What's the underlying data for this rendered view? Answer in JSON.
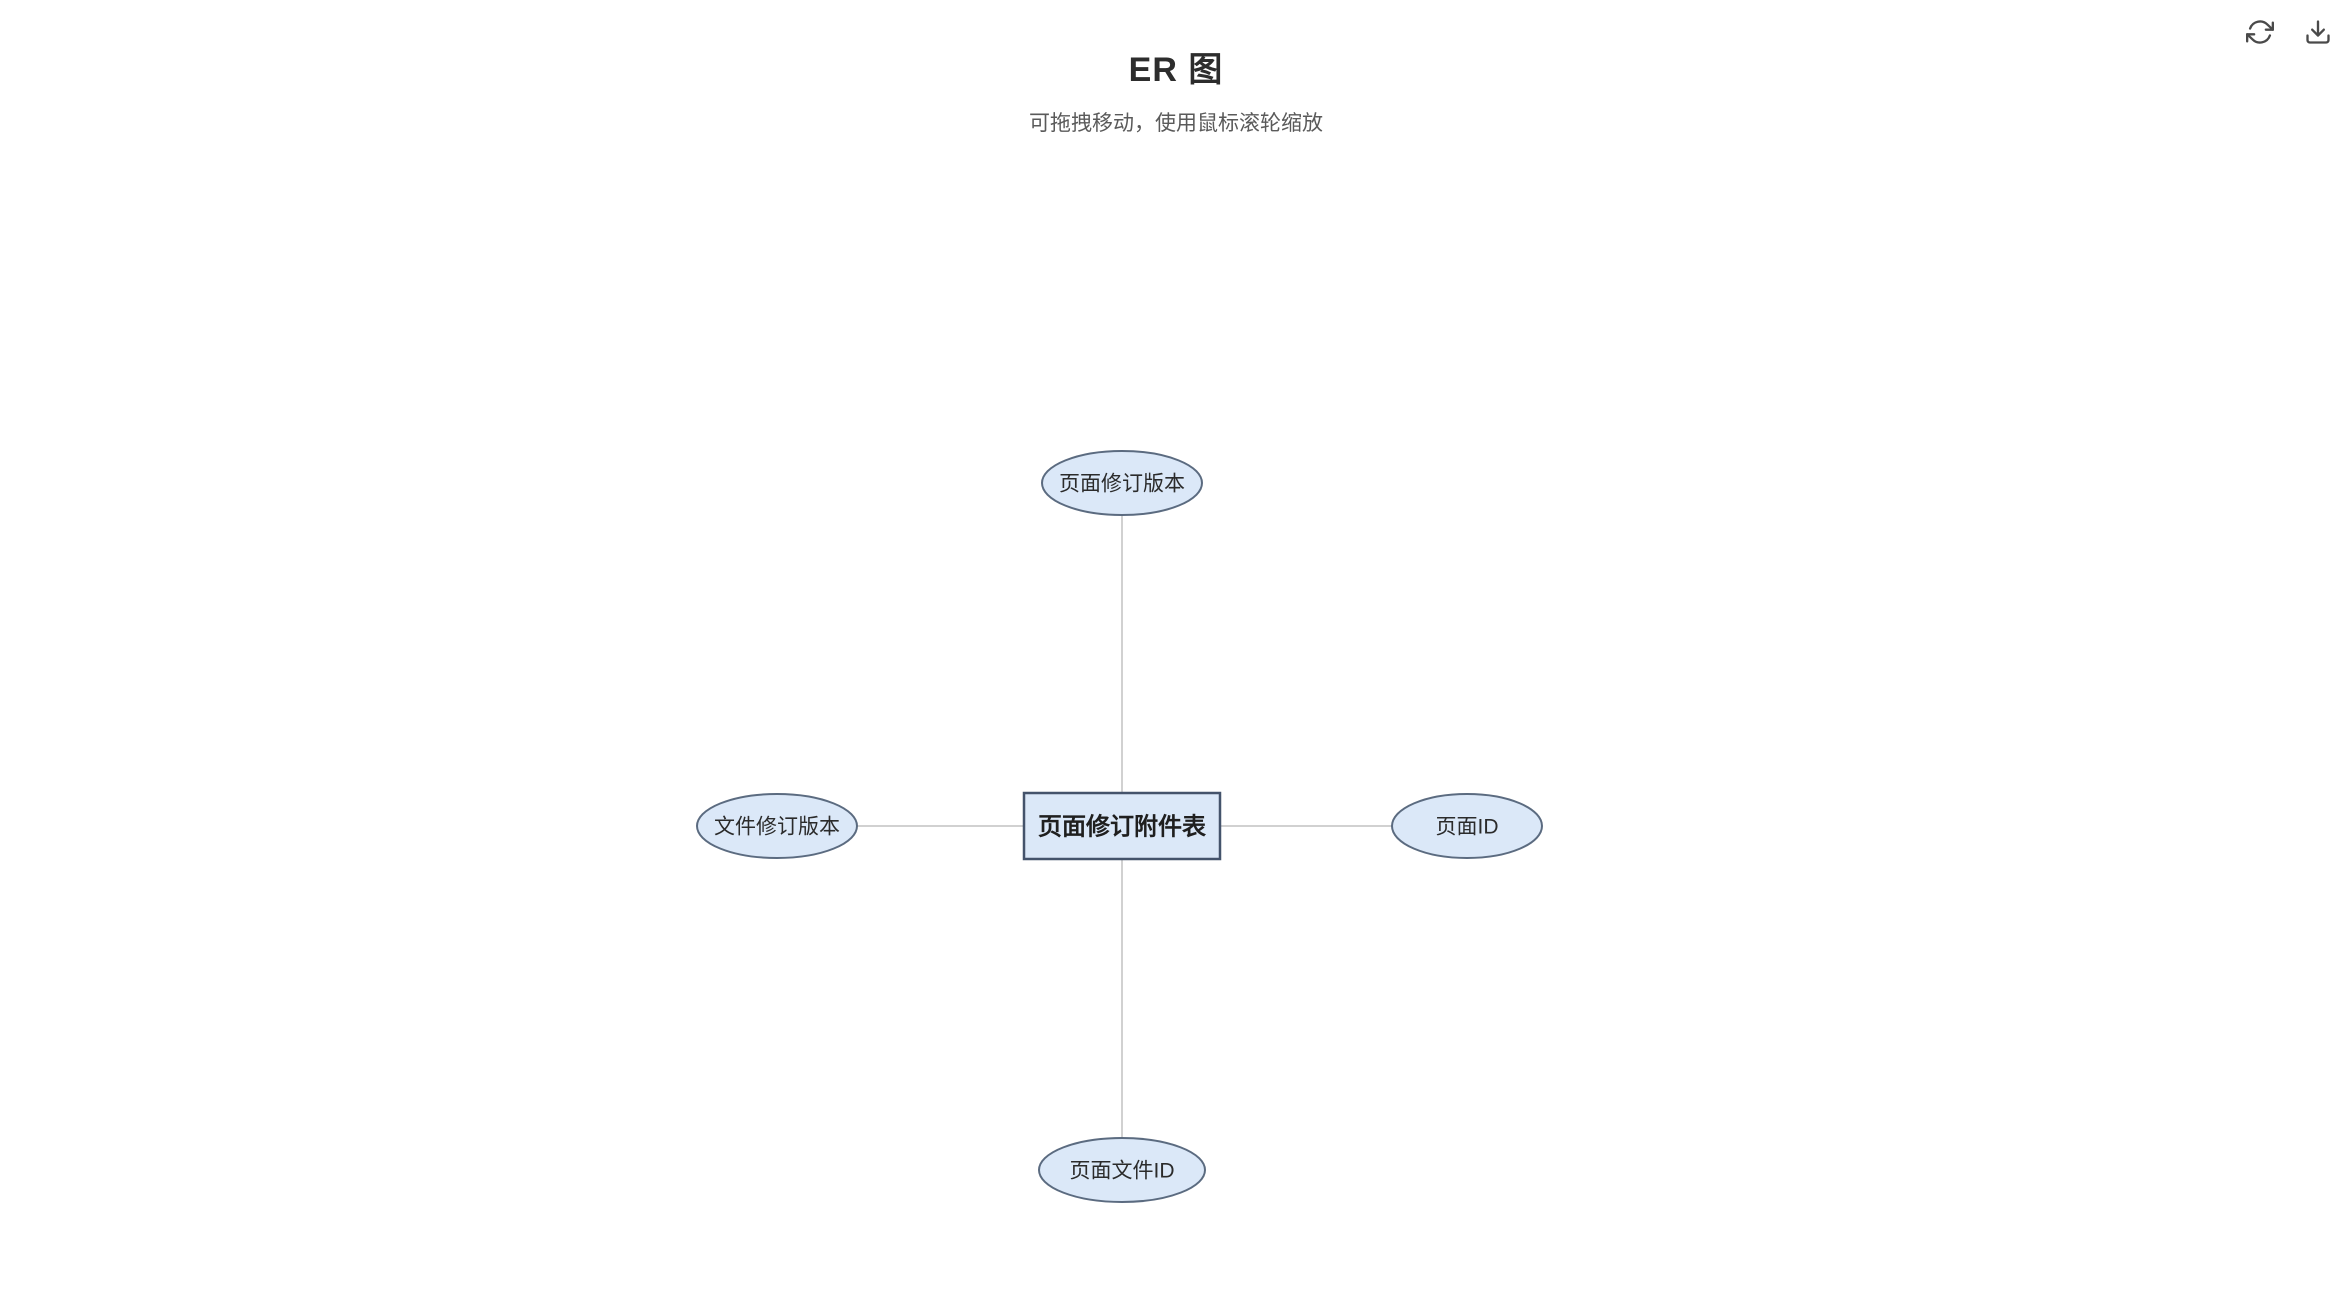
{
  "page": {
    "title": "ER 图",
    "subtitle": "可拖拽移动，使用鼠标滚轮缩放"
  },
  "toolbar": {
    "icons": [
      "refresh-icon",
      "download-icon"
    ]
  },
  "diagram": {
    "entity": {
      "label": "页面修订附件表"
    },
    "attributes": [
      {
        "id": "top",
        "label": "页面修订版本"
      },
      {
        "id": "left",
        "label": "文件修订版本"
      },
      {
        "id": "right",
        "label": "页面ID"
      },
      {
        "id": "bottom",
        "label": "页面文件ID"
      }
    ],
    "colors": {
      "node_fill": "#dbe8f8",
      "node_stroke": "#5b6b80",
      "entity_stroke": "#44536b",
      "edge_color": "#c2c2c2",
      "title_color": "#2d2d2d",
      "subtitle_color": "#5a5a5a",
      "icon_color": "#4a4a4a",
      "label_color": "#2b2b2b"
    }
  }
}
